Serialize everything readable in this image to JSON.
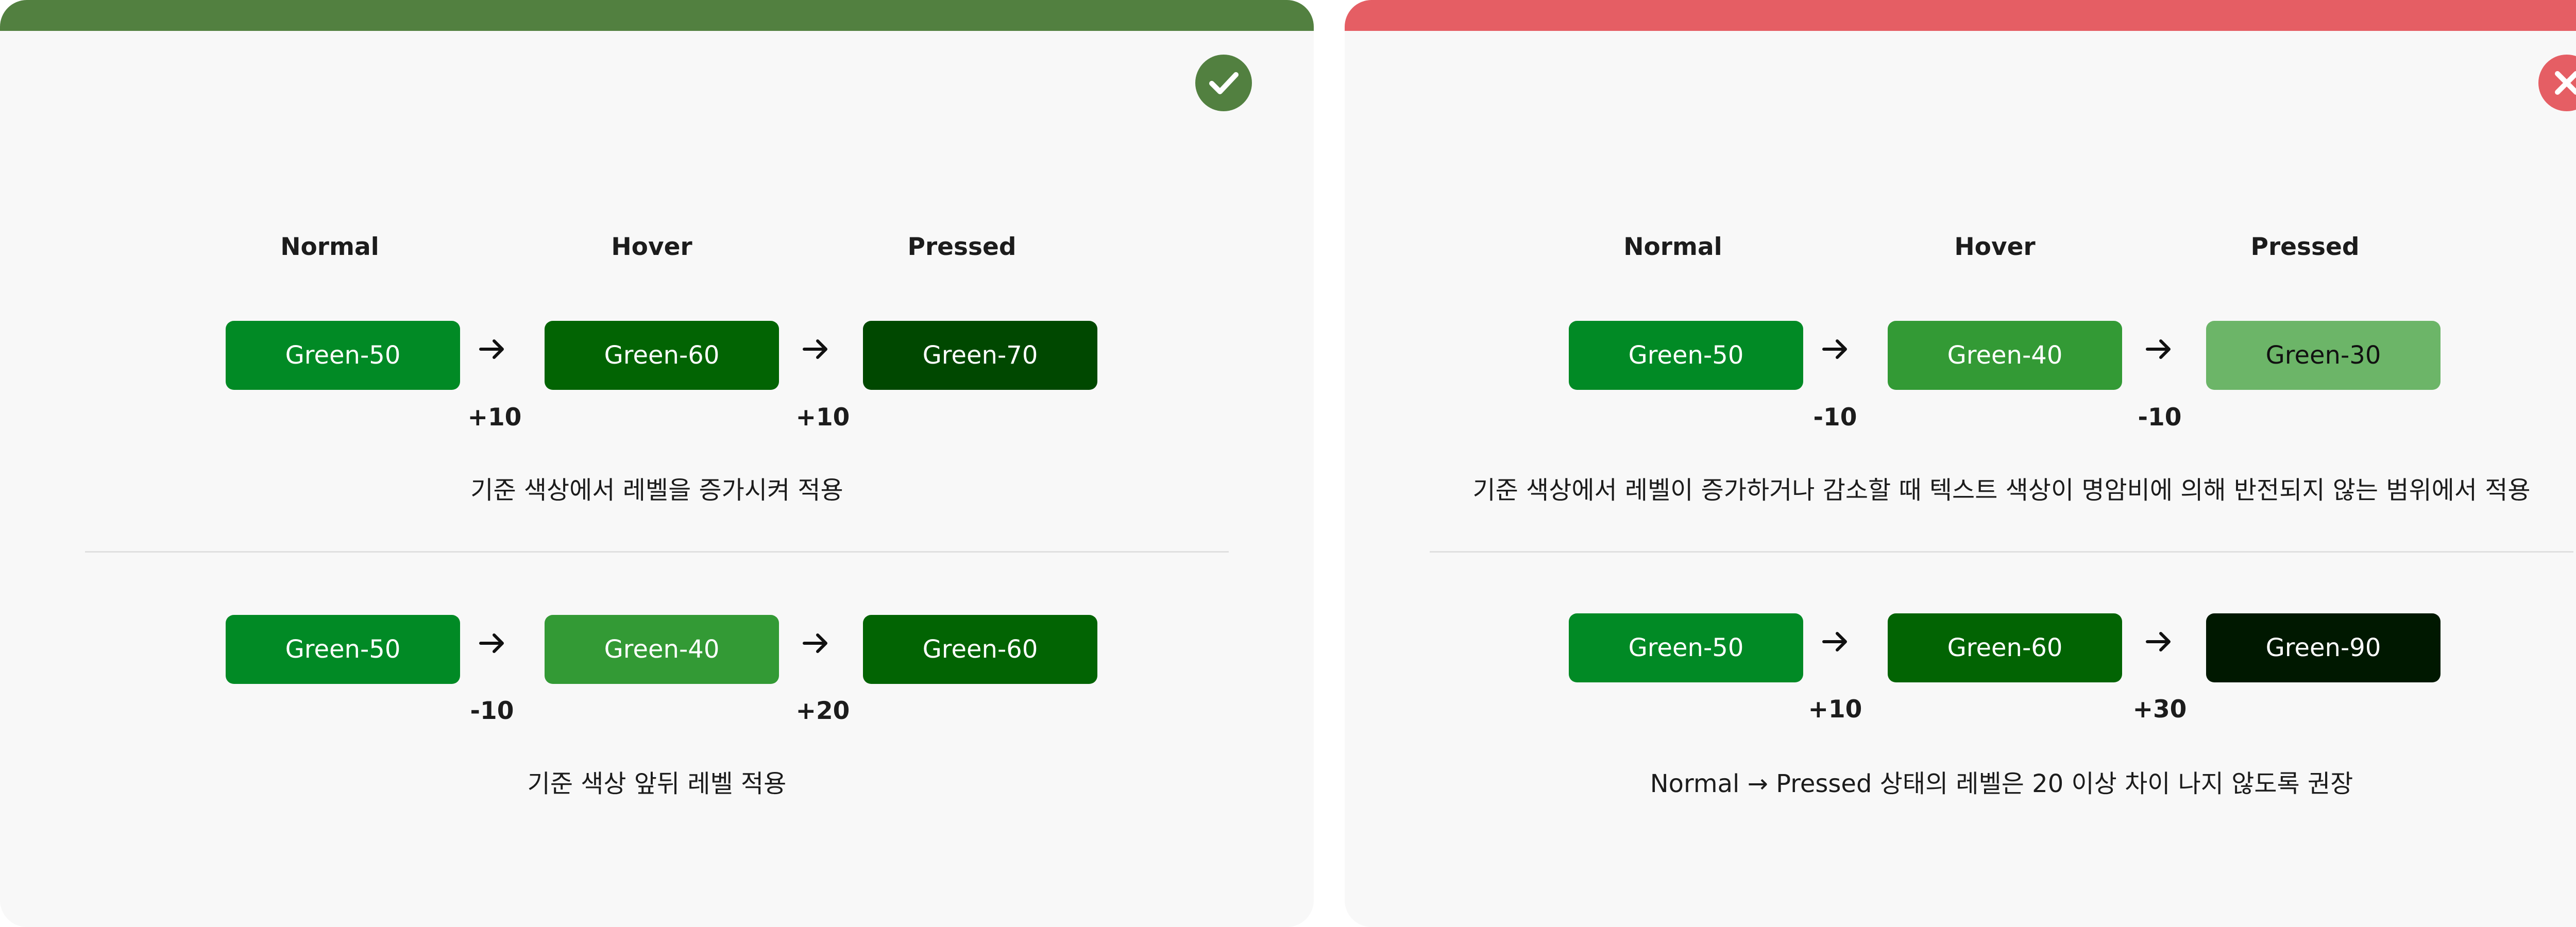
{
  "colors": {
    "do_accent": "#528040",
    "dont_accent": "#e55e64",
    "panel_bg": "#f8f8f8",
    "green_30": "#6cb568",
    "green_40": "#339a35",
    "green_50": "#018a25",
    "green_60": "#026403",
    "green_70": "#004800",
    "green_90": "#001800"
  },
  "do_panel": {
    "badge_icon": "check-icon",
    "columns": [
      "Normal",
      "Hover",
      "Pressed"
    ],
    "examples": [
      {
        "chips": [
          "Green-50",
          "Green-60",
          "Green-70"
        ],
        "deltas": [
          "+10",
          "+10"
        ],
        "caption": "기준 색상에서 레벨을 증가시켜 적용"
      },
      {
        "chips": [
          "Green-50",
          "Green-40",
          "Green-60"
        ],
        "deltas": [
          "-10",
          "+20"
        ],
        "caption": "기준 색상 앞뒤 레벨 적용"
      }
    ]
  },
  "dont_panel": {
    "badge_icon": "close-icon",
    "columns": [
      "Normal",
      "Hover",
      "Pressed"
    ],
    "examples": [
      {
        "chips": [
          "Green-50",
          "Green-40",
          "Green-30"
        ],
        "deltas": [
          "-10",
          "-10"
        ],
        "caption": "기준 색상에서 레벨이 증가하거나 감소할 때 텍스트 색상이 명암비에 의해 반전되지 않는 범위에서 적용"
      },
      {
        "chips": [
          "Green-50",
          "Green-60",
          "Green-90"
        ],
        "deltas": [
          "+10",
          "+30"
        ],
        "caption": "Normal → Pressed 상태의 레벨은 20 이상 차이 나지 않도록 권장"
      }
    ]
  }
}
